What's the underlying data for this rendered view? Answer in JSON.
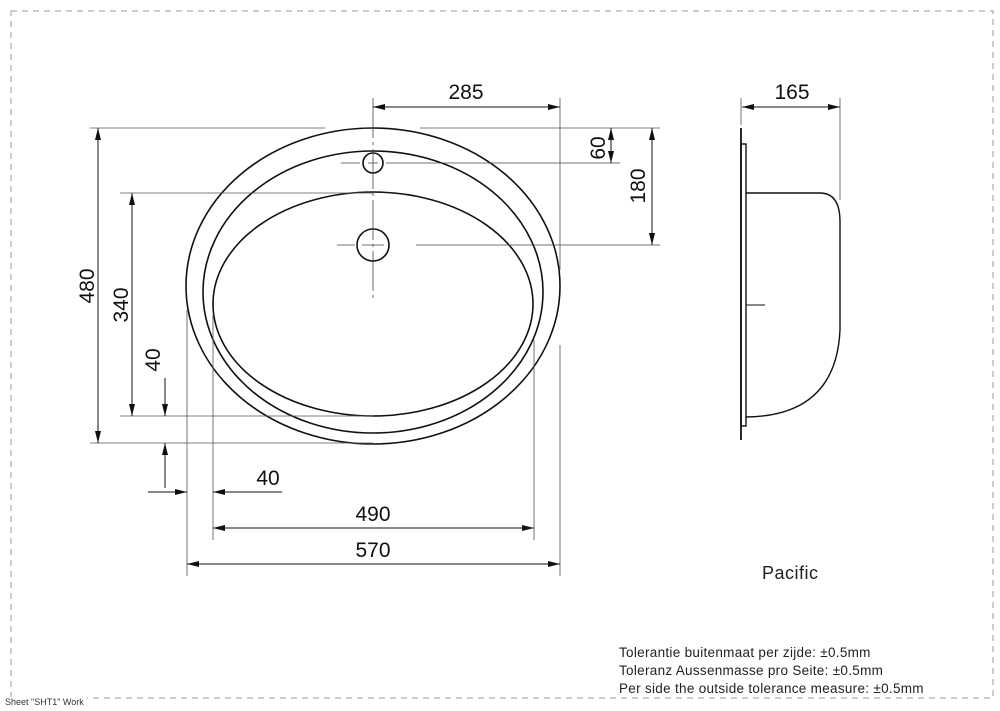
{
  "dimensions": {
    "hole_offset_width": "285",
    "overall_length": "480",
    "bowl_length": "340",
    "rim_bottom": "40",
    "tap_hole_offset": "60",
    "bowl_hole_offset": "180",
    "rim_side": "40",
    "bowl_width": "490",
    "overall_width": "570",
    "depth": "165"
  },
  "model_name": "Pacific",
  "tolerances": [
    "Tolerantie buitenmaat per zijde: ±0.5mm",
    "Toleranz Aussenmasse pro Seite: ±0.5mm",
    "Per side the outside tolerance measure: ±0.5mm"
  ],
  "sheet_label": "Sheet \"SHT1\" Work",
  "colors": {
    "line": "#111111",
    "thin": "#555555",
    "frame": "#999999"
  }
}
